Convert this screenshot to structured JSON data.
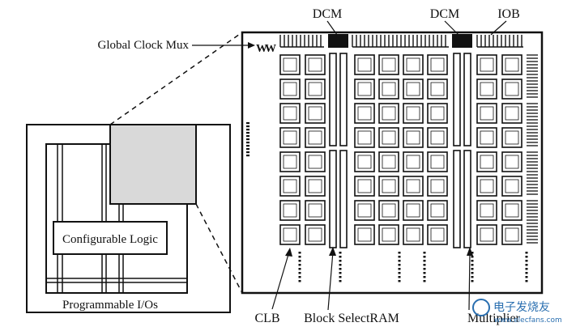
{
  "labels": {
    "dcm_left": "DCM",
    "dcm_right": "DCM",
    "iob": "IOB",
    "global_clock_mux": "Global Clock Mux",
    "configurable_logic": "Configurable Logic",
    "programmable_ios": "Programmable I/Os",
    "clb": "CLB",
    "block_selectram": "Block SelectRAM",
    "multiplier": "Multiplier",
    "global_clock_mux_glyph": "WW"
  },
  "watermark": {
    "site_name": "电子发烧友",
    "site_url": "www.elecfans.com"
  },
  "colors": {
    "line": "#111111",
    "zoom_fill": "#d9d9d9",
    "background": "#ffffff",
    "watermark": "#2a6fb0"
  }
}
